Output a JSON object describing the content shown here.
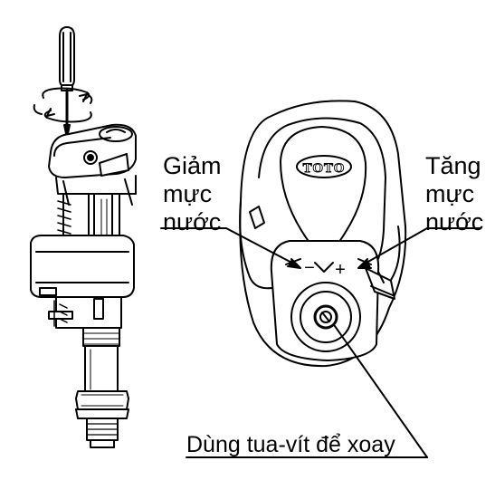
{
  "left_label": {
    "lines": [
      "Giảm",
      "mực",
      "nước"
    ]
  },
  "right_label": {
    "lines": [
      "Tăng",
      "mực",
      "nước"
    ]
  },
  "bottom_label": "Dùng tua-vít để xoay",
  "brand_logo": "TOTO",
  "minus_symbol": "−",
  "plus_symbol": "+"
}
